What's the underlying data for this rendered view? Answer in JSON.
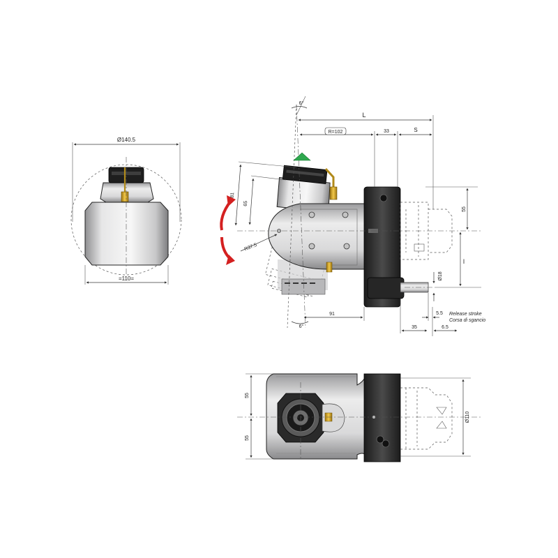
{
  "dimensions": {
    "front_diameter": "Ø140.5",
    "front_width": "=110=",
    "angle_top": "6°",
    "angle_bottom": "6°",
    "length_L": "L",
    "radius_102": "R=102",
    "dim_33": "33",
    "stroke_S": "S",
    "height_81": "81",
    "height_65": "65",
    "radius_37_5": "R37.5",
    "offset_55_right": "55",
    "length_l": "l",
    "diameter_18": "Ø18",
    "dim_91": "91",
    "dim_5_5": "5.5",
    "dim_35": "35",
    "dim_6_5": "6.5",
    "top_55_upper": "55",
    "top_55_lower": "55",
    "diameter_110": "Ø110"
  },
  "notes": {
    "release_stroke_en": "Release stroke",
    "release_stroke_it": "Corsa di sgancio"
  },
  "colors": {
    "rotation_arrow": "#d42020",
    "indicator_arrow": "#2fa84f",
    "brass_fitting": "#d8a520",
    "dark_block": "#2a2a2a",
    "metal_body": "#c9c9ca"
  },
  "icons": {
    "rotation": "rotation-arrow-icon",
    "indicator": "green-triangle-icon"
  }
}
